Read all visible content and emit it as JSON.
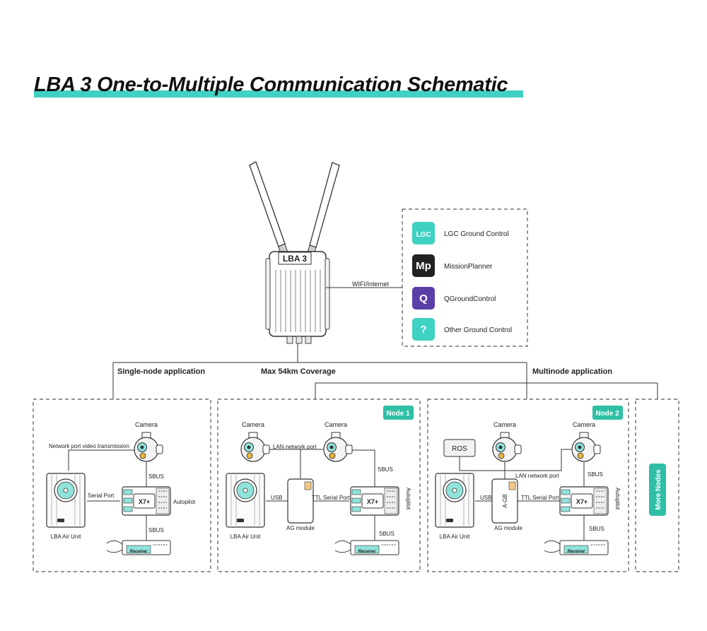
{
  "title": "LBA 3 One-to-Multiple Communication Schematic",
  "colors": {
    "accent": "#3fd1c3",
    "node_badge": "#2ebfa5",
    "line": "#333333",
    "dash": "#555555"
  },
  "ground_station": {
    "device_label": "LBA 3",
    "link_label": "WIFI/Internet"
  },
  "ground_control_apps": [
    {
      "icon_text": "LGC",
      "label": "LGC Ground Control",
      "icon": "lgc-logo-icon",
      "color": "#3fd1c3"
    },
    {
      "icon_text": "Mp",
      "label": "MissionPlanner",
      "icon": "missionplanner-logo-icon",
      "color": "#222222"
    },
    {
      "icon_text": "Q",
      "label": "QGroundControl",
      "icon": "qgroundcontrol-logo-icon",
      "color": "#5b3fa8"
    },
    {
      "icon_text": "?",
      "label": "Other Ground Control",
      "icon": "question-icon",
      "color": "#3fd1c3"
    }
  ],
  "branches": {
    "single_node": "Single-node application",
    "coverage": "Max 54km Coverage",
    "multinode": "Multinode application"
  },
  "single_panel": {
    "camera": "Camera",
    "video_link": "Network port video transmission",
    "sbus_top": "SBUS",
    "serial": "Serial Port",
    "autopilot": "Autopilot",
    "sbus_bottom": "SBUS",
    "air_unit": "LBA Air Unit",
    "receiver": "Receiver",
    "fc_mark": "X7+"
  },
  "node1_panel": {
    "badge": "Node 1",
    "camera_left": "Camera",
    "camera_right": "Camera",
    "lan": "LAN network port",
    "sbus_top": "SBUS",
    "usb": "USB",
    "ttl": "TTL Serial Port",
    "autopilot": "Autopilot",
    "ag_module": "AG module",
    "air_unit": "LBA Air Unit",
    "sbus_bottom": "SBUS",
    "receiver": "Receiver",
    "fc_mark": "X7+"
  },
  "node2_panel": {
    "badge": "Node 2",
    "ros": "ROS",
    "camera_left": "Camera",
    "camera_right": "Camera",
    "lan": "LAN network port",
    "sbus_top": "SBUS",
    "usb": "USB",
    "ttl": "TTL Serial Port",
    "autopilot": "Autopilot",
    "ag_text": "A-GB",
    "ag_module": "AG module",
    "air_unit": "LBA Air Unit",
    "sbus_bottom": "SBUS",
    "receiver": "Receiver",
    "fc_mark": "X7+"
  },
  "more_nodes": "More Nodes"
}
